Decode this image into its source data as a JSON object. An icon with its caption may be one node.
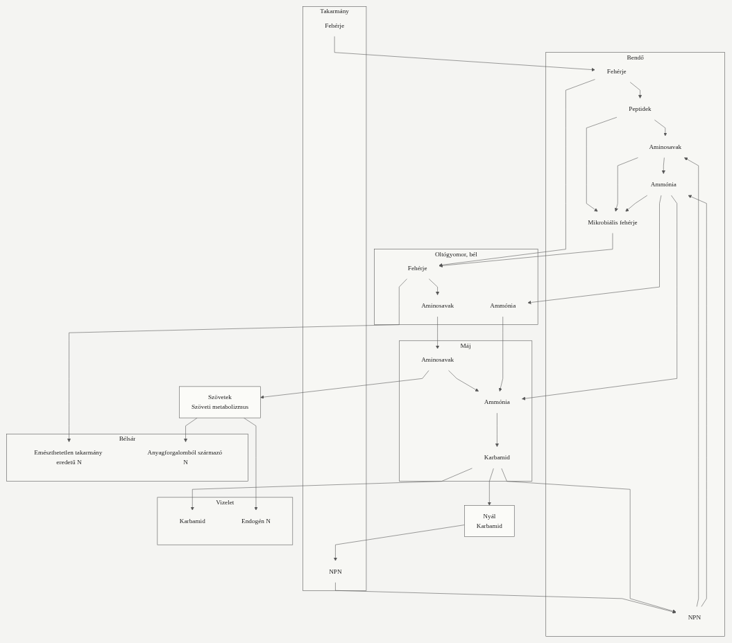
{
  "diagram": {
    "nodes": [
      {
        "text": [
          "Takarmány"
        ]
      },
      {
        "text": [
          "Fehérje"
        ],
        "in": 0
      },
      {
        "text": [
          "NPN"
        ],
        "in": 0
      },
      {
        "text": [
          "Nyál",
          "Karbamid"
        ]
      },
      {
        "text": [
          "Bendő"
        ]
      },
      {
        "text": [
          "Fehérje"
        ],
        "in": 4
      },
      {
        "text": [
          "NPN"
        ],
        "in": 4
      },
      {
        "text": [
          "Peptidek"
        ],
        "in": 4
      },
      {
        "text": [
          "Aminosavak"
        ],
        "in": 4
      },
      {
        "text": [
          "Ammónia"
        ],
        "in": 4
      },
      {
        "text": [
          "Mikrobiális fehérje"
        ],
        "in": 4
      },
      {
        "text": [
          "Máj"
        ]
      },
      {
        "text": [
          "Karbamid"
        ],
        "in": 11
      },
      {
        "text": [
          "Ammónia"
        ],
        "in": 11
      },
      {
        "text": [
          "Aminosavak"
        ],
        "in": 11
      },
      {
        "text": [
          "Oltógyomor, bél"
        ]
      },
      {
        "text": [
          "Ammónia"
        ],
        "in": 15
      },
      {
        "text": [
          "Fehérje"
        ],
        "in": 15
      },
      {
        "text": [
          "Aminosavak"
        ],
        "in": 15
      },
      {
        "text": [
          "Vizelet"
        ]
      },
      {
        "text": [
          "Karbamid"
        ],
        "in": 19
      },
      {
        "text": [
          "Endogén N"
        ],
        "in": 19
      },
      {
        "text": [
          "Szövetek",
          "Szöveti metabolizmus"
        ]
      },
      {
        "text": [
          "Bélsár"
        ]
      },
      {
        "text": [
          "Emészthetetlen takarmány eredetű N"
        ],
        "in": 23
      },
      {
        "text": [
          "Anyagforgalomból származó N"
        ],
        "in": 23
      }
    ],
    "edges": [
      {
        "from": 3,
        "to": 2,
        "arrow": "to"
      },
      {
        "from": 1,
        "to": 5,
        "arrow": "to"
      },
      {
        "from": 2,
        "to": 6,
        "arrow": "to"
      },
      {
        "from": 12,
        "to": 3,
        "arrow": "to"
      },
      {
        "from": 12,
        "to": 6,
        "arrow": "to"
      },
      {
        "from": 5,
        "to": 7,
        "arrow": "to"
      },
      {
        "from": 6,
        "to": 8,
        "arrow": "to"
      },
      {
        "from": 6,
        "to": 9,
        "arrow": "to"
      },
      {
        "from": 7,
        "to": 8,
        "arrow": "to"
      },
      {
        "from": 8,
        "to": 9,
        "arrow": "to"
      },
      {
        "from": 5,
        "to": 17,
        "arrow": "to"
      },
      {
        "from": 7,
        "to": 10,
        "arrow": "to"
      },
      {
        "from": 8,
        "to": 10,
        "arrow": "to"
      },
      {
        "from": 9,
        "to": 10,
        "arrow": "to"
      },
      {
        "from": 9,
        "to": 13,
        "arrow": "to"
      },
      {
        "from": 14,
        "to": 13,
        "arrow": "to"
      },
      {
        "from": 13,
        "to": 12,
        "arrow": "to"
      },
      {
        "from": 9,
        "to": 16,
        "arrow": "to"
      },
      {
        "from": 10,
        "to": 17,
        "arrow": "to"
      },
      {
        "from": 16,
        "to": 13,
        "arrow": "to"
      },
      {
        "from": 17,
        "to": 18,
        "arrow": "to"
      },
      {
        "from": 18,
        "to": 14,
        "arrow": "to"
      },
      {
        "from": 12,
        "to": 20,
        "arrow": "to"
      },
      {
        "from": 14,
        "to": 22,
        "arrow": "to"
      },
      {
        "from": 22,
        "to": 21,
        "arrow": "to"
      },
      {
        "from": 17,
        "to": 24,
        "arrow": "to"
      },
      {
        "from": 22,
        "to": 25,
        "arrow": "to"
      }
    ]
  }
}
